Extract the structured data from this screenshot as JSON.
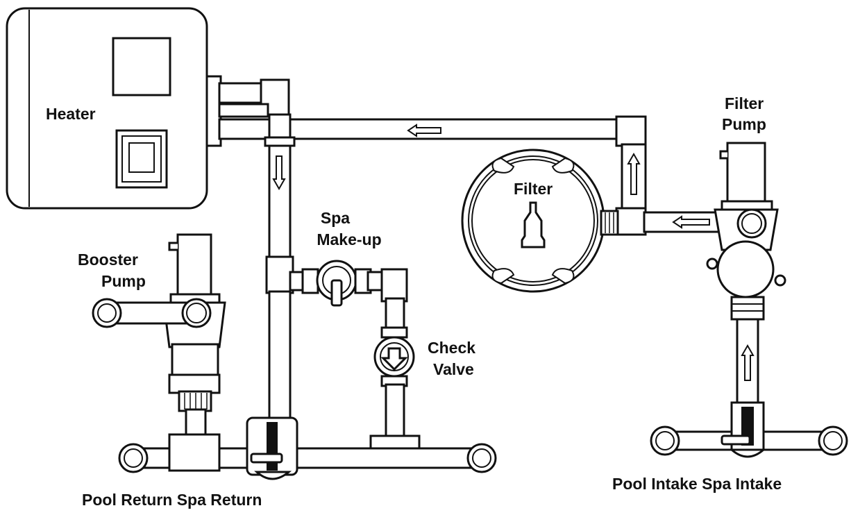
{
  "labels": {
    "heater": "Heater",
    "filter_pump_line1": "Filter",
    "filter_pump_line2": "Pump",
    "filter": "Filter",
    "spa_makeup_line1": "Spa",
    "spa_makeup_line2": "Make-up",
    "booster_pump_line1": "Booster",
    "booster_pump_line2": "Pump",
    "check_valve_line1": "Check",
    "check_valve_line2": "Valve",
    "pool_return_spa_return": "Pool Return Spa Return",
    "pool_intake_spa_intake": "Pool Intake Spa Intake"
  },
  "flow_arrows": [
    "left",
    "down",
    "up",
    "left",
    "up"
  ],
  "colors": {
    "line": "#111111",
    "fill": "#ffffff"
  }
}
